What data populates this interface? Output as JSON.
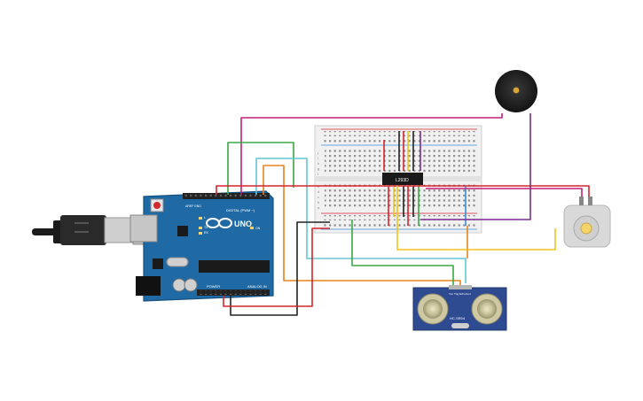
{
  "arduino": {
    "brand": "UNO",
    "digital_label": "DIGITAL (PWM ~)",
    "power_label": "POWER",
    "analog_label": "ANALOG IN",
    "aref": "AREF",
    "gnd": "GND",
    "tx": "TX",
    "rx": "RX",
    "l": "L",
    "on": "ON"
  },
  "breadboard": {
    "ic_label": "L293D",
    "rows_top": [
      "j",
      "i",
      "h",
      "g",
      "f"
    ],
    "rows_bottom": [
      "e",
      "d",
      "c",
      "b",
      "a"
    ]
  },
  "sensor": {
    "model": "HC-SR04",
    "pins": [
      "Vcc",
      "Trig",
      "Echo",
      "Gnd"
    ]
  },
  "colors": {
    "arduino_board": "#1f6aa5",
    "wire_red": "#d9232d",
    "wire_black": "#222222",
    "wire_green": "#3aa845",
    "wire_cyan": "#63c6d6",
    "wire_orange": "#e8841c",
    "wire_magenta": "#c21f7a",
    "wire_purple": "#7b2d91",
    "wire_yellow": "#f0c419",
    "wire_blue": "#3a8fd9",
    "breadboard": "#f1f1f1"
  }
}
